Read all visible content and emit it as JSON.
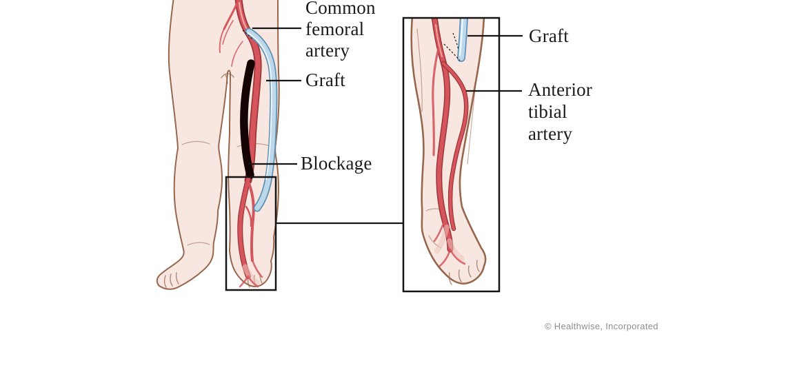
{
  "left_panel": {
    "labels": {
      "common_femoral_artery": "Common\nfemoral\nartery",
      "graft": "Graft",
      "blockage": "Blockage"
    }
  },
  "right_panel": {
    "labels": {
      "graft": "Graft",
      "anterior_tibial_artery": "Anterior\ntibial\nartery"
    }
  },
  "footer": {
    "copyright": "© Healthwise, Incorporated"
  },
  "colors": {
    "artery_red": "#d4565c",
    "artery_edge": "#9e3338",
    "graft_blue": "#bcd8ea",
    "graft_edge": "#5d90b5",
    "blockage_black": "#150404",
    "skin": "#f8e7e0",
    "outline_brown": "#96664d",
    "label_text": "#1b1b1b",
    "copyright_gray": "#8d8d8d"
  }
}
